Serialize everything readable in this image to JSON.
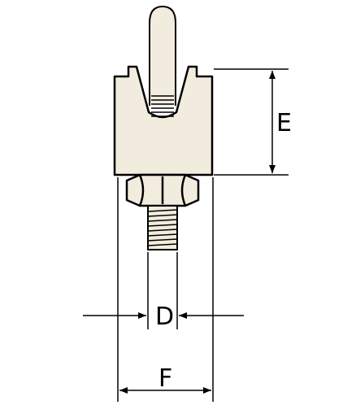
{
  "diagram": {
    "labels": {
      "e": "E",
      "d": "D",
      "f": "F"
    },
    "colors": {
      "line": "#000000",
      "fill": "#f2ecde",
      "background": "#ffffff"
    }
  }
}
